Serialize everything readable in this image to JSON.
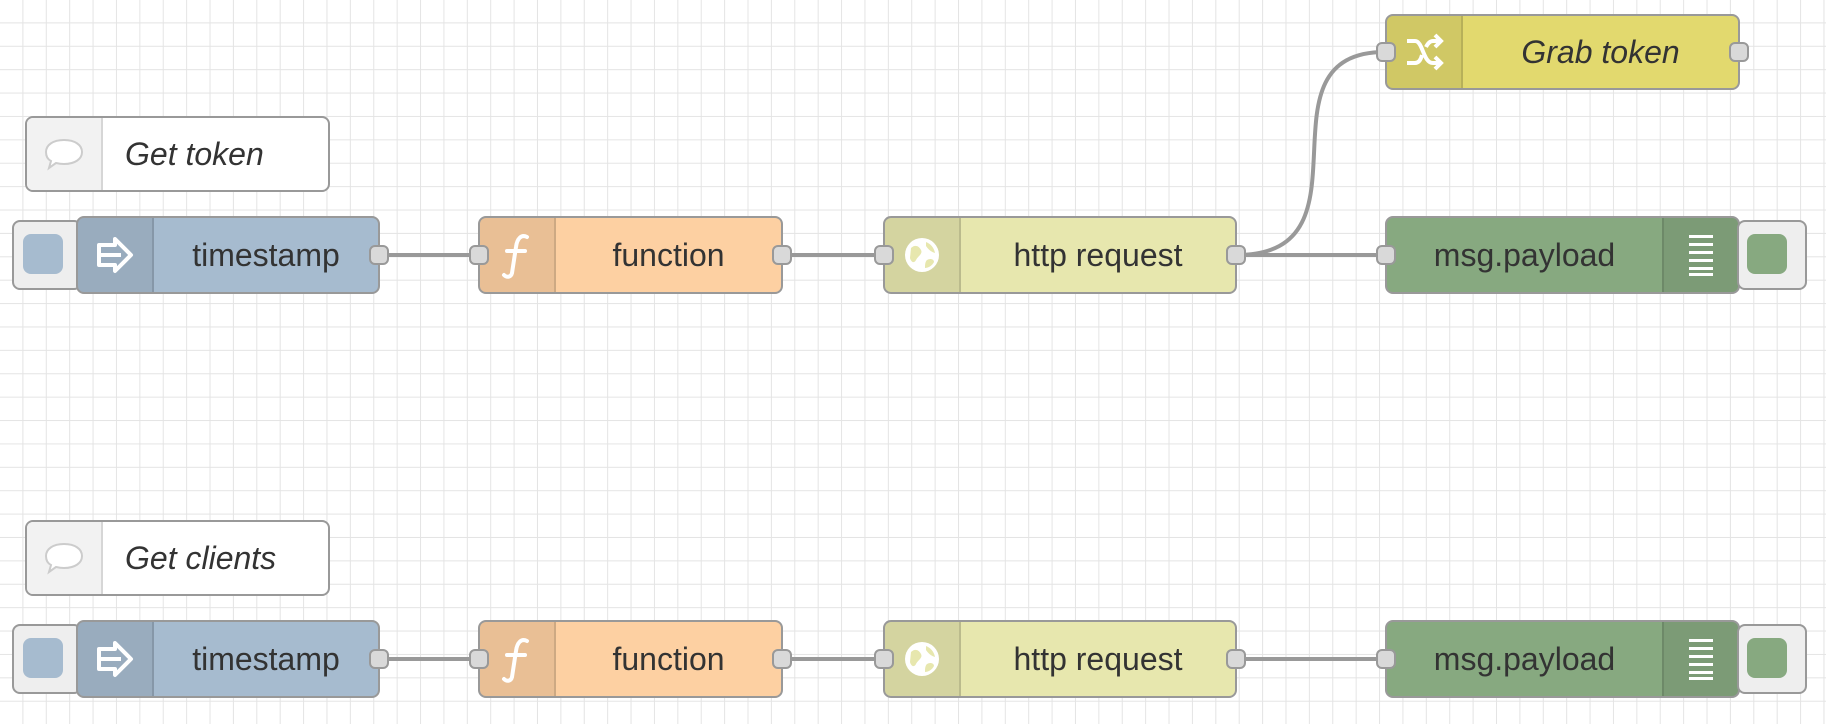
{
  "colors": {
    "inject": "#a6bbcf",
    "function": "#fdd0a2",
    "http_request": "#e7e7ae",
    "change": "#e2d96e",
    "debug": "#87a980",
    "wire": "#999999"
  },
  "comments": [
    {
      "label": "Get token",
      "icon": "comment-icon"
    },
    {
      "label": "Get clients",
      "icon": "comment-icon"
    }
  ],
  "flows": [
    {
      "inject": {
        "label": "timestamp",
        "icon": "arrow-right-icon"
      },
      "function": {
        "label": "function",
        "icon": "function-icon"
      },
      "http_request": {
        "label": "http request",
        "icon": "globe-icon"
      },
      "change": {
        "label": "Grab token",
        "icon": "shuffle-icon"
      },
      "debug": {
        "label": "msg.payload",
        "icon": "list-icon"
      }
    },
    {
      "inject": {
        "label": "timestamp",
        "icon": "arrow-right-icon"
      },
      "function": {
        "label": "function",
        "icon": "function-icon"
      },
      "http_request": {
        "label": "http request",
        "icon": "globe-icon"
      },
      "debug": {
        "label": "msg.payload",
        "icon": "list-icon"
      }
    }
  ]
}
